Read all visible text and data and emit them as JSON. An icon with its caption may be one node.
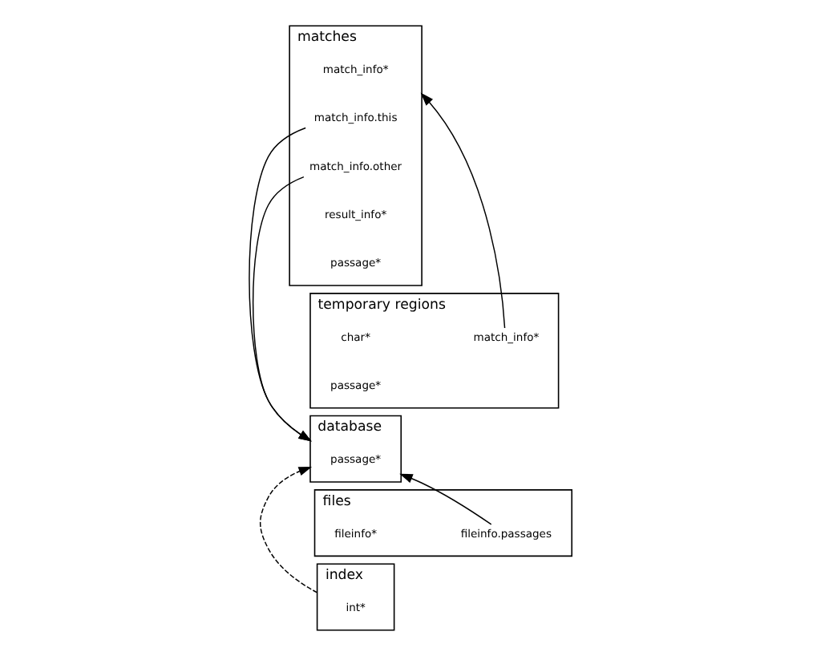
{
  "diagram": {
    "nodes": [
      {
        "text": [
          "index"
        ]
      },
      {
        "text": [
          "int*"
        ],
        "in": 0
      },
      {
        "text": [
          "database"
        ]
      },
      {
        "text": [
          "passage*"
        ],
        "in": 2
      },
      {
        "text": [
          "files"
        ]
      },
      {
        "text": [
          "fileinfo*"
        ],
        "in": 4
      },
      {
        "text": [
          "fileinfo.passages"
        ],
        "in": 4
      },
      {
        "text": [
          "matches"
        ]
      },
      {
        "text": [
          "match_info*"
        ],
        "in": 7
      },
      {
        "text": [
          "match_info.this"
        ],
        "in": 7
      },
      {
        "text": [
          "match_info.other"
        ],
        "in": 7
      },
      {
        "text": [
          "result_info*"
        ],
        "in": 7
      },
      {
        "text": [
          "passage*"
        ],
        "in": 7
      },
      {
        "text": [
          "temporary regions"
        ]
      },
      {
        "text": [
          "char*"
        ],
        "in": 13
      },
      {
        "text": [
          "match_info*"
        ],
        "in": 13
      },
      {
        "text": [
          "passage*"
        ],
        "in": 13
      }
    ],
    "edges": [
      {
        "from": 0,
        "to": 2,
        "arrow": "to",
        "style": "dashed"
      },
      {
        "from": 6,
        "to": 2,
        "arrow": "to"
      },
      {
        "from": 9,
        "to": 2,
        "arrow": "to"
      },
      {
        "from": 10,
        "to": 2,
        "arrow": "to"
      },
      {
        "from": 15,
        "to": 7,
        "arrow": "to"
      }
    ]
  }
}
